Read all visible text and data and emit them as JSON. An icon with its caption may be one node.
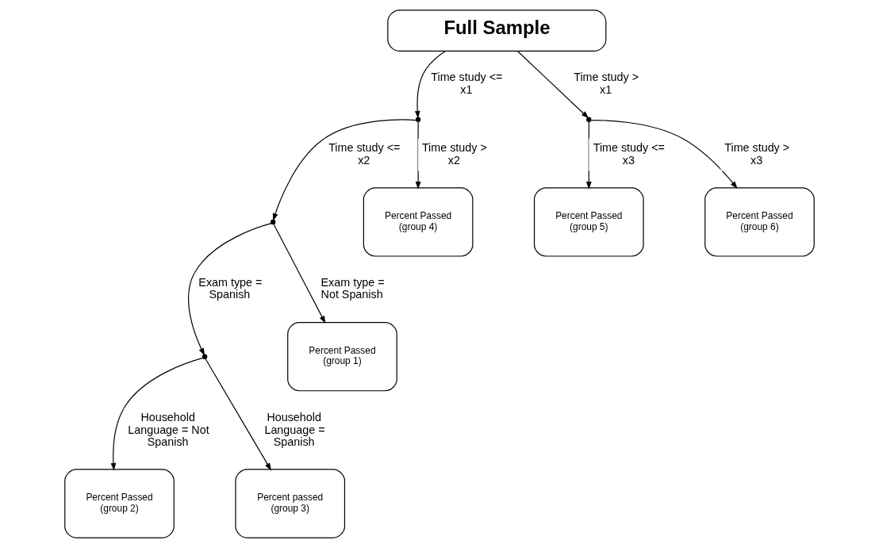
{
  "diagram": {
    "nodes": [
      {
        "text": [
          "Full Sample"
        ]
      },
      {
        "text": [],
        "shape": "point"
      },
      {
        "text": [],
        "shape": "point"
      },
      {
        "text": [],
        "shape": "point"
      },
      {
        "text": [
          "Percent Passed (group 4)"
        ]
      },
      {
        "text": [
          "Percent Passed (group 5)"
        ]
      },
      {
        "text": [
          "Percent Passed (group 6)"
        ]
      },
      {
        "text": [],
        "shape": "point"
      },
      {
        "text": [
          "Percent Passed (group 1)"
        ]
      },
      {
        "text": [
          "Percent Passed (group 2)"
        ]
      },
      {
        "text": [
          "Percent passed (group 3)"
        ]
      }
    ],
    "edges": [
      {
        "from": 0,
        "to": 1,
        "arrow": "to",
        "label": "Time study <= x1"
      },
      {
        "from": 0,
        "to": 2,
        "arrow": "to",
        "label": "Time study > x1"
      },
      {
        "from": 1,
        "to": 3,
        "arrow": "to",
        "label": "Time study <= x2"
      },
      {
        "from": 1,
        "to": 4,
        "arrow": "to",
        "label": "Time study > x2"
      },
      {
        "from": 2,
        "to": 5,
        "arrow": "to",
        "label": "Time study <= x3"
      },
      {
        "from": 2,
        "to": 6,
        "arrow": "to",
        "label": "Time study > x3"
      },
      {
        "from": 3,
        "to": 8,
        "arrow": "to",
        "label": "Exam type = Not Spanish"
      },
      {
        "from": 3,
        "to": 7,
        "arrow": "to",
        "label": "Exam type = Spanish"
      },
      {
        "from": 7,
        "to": 9,
        "arrow": "to",
        "label": "Household Language = Not Spanish"
      },
      {
        "from": 7,
        "to": 10,
        "arrow": "to",
        "label": "Household Language = Spanish"
      }
    ]
  }
}
